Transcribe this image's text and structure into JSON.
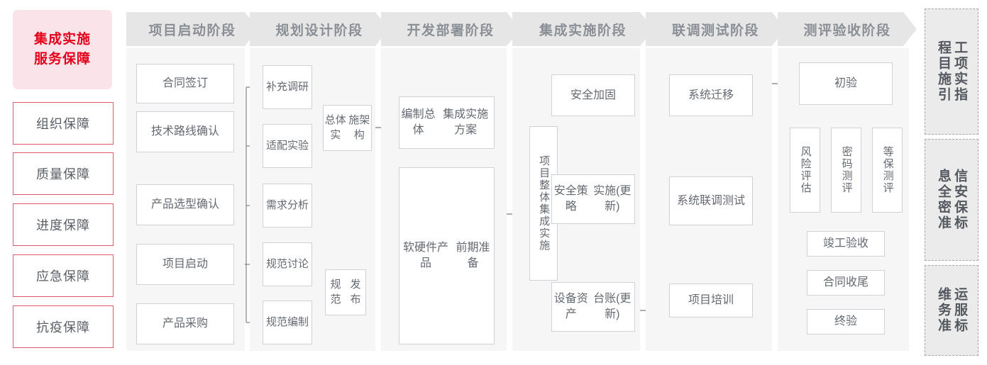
{
  "sidebar": {
    "title_line1": "集成实施",
    "title_line2": "服务保障",
    "items": [
      {
        "label": "组织保障"
      },
      {
        "label": "质量保障"
      },
      {
        "label": "进度保障"
      },
      {
        "label": "应急保障"
      },
      {
        "label": "抗疫保障"
      }
    ]
  },
  "phases": [
    {
      "name": "项目启动阶段"
    },
    {
      "name": "规划设计阶段"
    },
    {
      "name": "开发部署阶段"
    },
    {
      "name": "集成实施阶段"
    },
    {
      "name": "联调测试阶段"
    },
    {
      "name": "测评验收阶段"
    }
  ],
  "nodes": {
    "p1": [
      {
        "label": "合同签订"
      },
      {
        "label": "技术路线确认"
      },
      {
        "label": "产品选型确认"
      },
      {
        "label": "项目启动"
      },
      {
        "label": "产品采购"
      }
    ],
    "p2": [
      {
        "label": "补充\n调研"
      },
      {
        "label": "适配\n实验"
      },
      {
        "label": "需求\n分析"
      },
      {
        "label": "规范\n讨论"
      },
      {
        "label": "规范\n编制"
      },
      {
        "label": "总体实\n施架构"
      },
      {
        "label": "规范\n发布"
      }
    ],
    "p3": [
      {
        "label": "编制总体\n集成实施方案"
      },
      {
        "label": "软硬件产品\n前期准备"
      }
    ],
    "p4": [
      {
        "label": "项目整体集成实施"
      },
      {
        "label": "安全加固"
      },
      {
        "label": "安全策略\n实施(更新)"
      },
      {
        "label": "设备资产\n台账(更新)"
      }
    ],
    "p5": [
      {
        "label": "系统迁移"
      },
      {
        "label": "系统联调\n测试"
      },
      {
        "label": "项目培训"
      }
    ],
    "p6": [
      {
        "label": "初验"
      },
      {
        "label": "风险评估"
      },
      {
        "label": "密码测评"
      },
      {
        "label": "等保测评"
      },
      {
        "label": "竣工验收"
      },
      {
        "label": "合同收尾"
      },
      {
        "label": "终验"
      }
    ]
  },
  "standards": [
    {
      "col_right": "程目施引",
      "col_left": "工项实指",
      "full": "工程项目实施指引"
    },
    {
      "col_right": "息全密准",
      "col_left": "信安保标",
      "full": "信息安全保密标准"
    },
    {
      "col_right": "维务准",
      "col_left": "运服标",
      "full": "运维服务标准"
    }
  ],
  "colors": {
    "accent_red": "#e3001b",
    "sidebar_head_bg": "#fbe4e9",
    "sidebar_border": "#e05a6c",
    "phase_banner_bg": "#e6e6e6",
    "phase_banner_text": "#8a8f96",
    "column_bg": "#f6f6f6",
    "node_border": "#cfd2d6",
    "node_text": "#646a72",
    "connector": "#8d9299",
    "standard_bg": "#ebebeb",
    "standard_border": "#a8a8a8"
  }
}
